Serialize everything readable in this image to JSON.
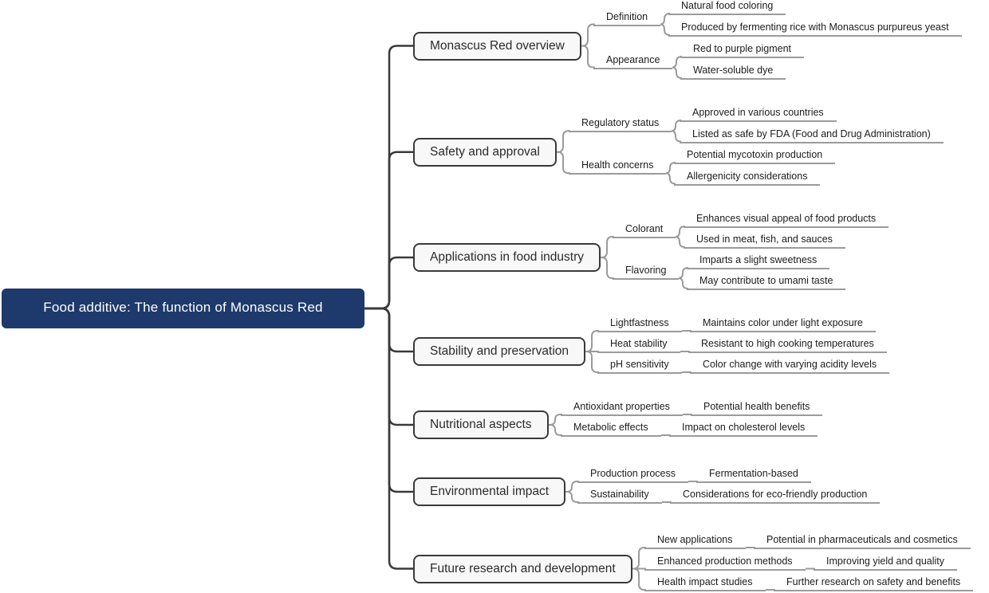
{
  "root": {
    "label": "Food additive: The function of Monascus Red"
  },
  "branches": [
    {
      "label": "Monascus Red overview",
      "children": [
        {
          "label": "Definition",
          "children": [
            {
              "label": "Natural food coloring"
            },
            {
              "label": "Produced by fermenting rice with Monascus purpureus yeast"
            }
          ]
        },
        {
          "label": "Appearance",
          "children": [
            {
              "label": "Red to purple pigment"
            },
            {
              "label": "Water-soluble dye"
            }
          ]
        }
      ]
    },
    {
      "label": "Safety and approval",
      "children": [
        {
          "label": "Regulatory status",
          "children": [
            {
              "label": "Approved in various countries"
            },
            {
              "label": "Listed as safe by FDA (Food and Drug Administration)"
            }
          ]
        },
        {
          "label": "Health concerns",
          "children": [
            {
              "label": "Potential mycotoxin production"
            },
            {
              "label": "Allergenicity considerations"
            }
          ]
        }
      ]
    },
    {
      "label": "Applications in food industry",
      "children": [
        {
          "label": "Colorant",
          "children": [
            {
              "label": "Enhances visual appeal of food products"
            },
            {
              "label": "Used in meat, fish, and sauces"
            }
          ]
        },
        {
          "label": "Flavoring",
          "children": [
            {
              "label": "Imparts a slight sweetness"
            },
            {
              "label": "May contribute to umami taste"
            }
          ]
        }
      ]
    },
    {
      "label": "Stability and preservation",
      "children": [
        {
          "label": "Lightfastness",
          "children": [
            {
              "label": "Maintains color under light exposure"
            }
          ]
        },
        {
          "label": "Heat stability",
          "children": [
            {
              "label": "Resistant to high cooking temperatures"
            }
          ]
        },
        {
          "label": "pH sensitivity",
          "children": [
            {
              "label": "Color change with varying acidity levels"
            }
          ]
        }
      ]
    },
    {
      "label": "Nutritional aspects",
      "children": [
        {
          "label": "Antioxidant properties",
          "children": [
            {
              "label": "Potential health benefits"
            }
          ]
        },
        {
          "label": "Metabolic effects",
          "children": [
            {
              "label": "Impact on cholesterol levels"
            }
          ]
        }
      ]
    },
    {
      "label": "Environmental impact",
      "children": [
        {
          "label": "Production process",
          "children": [
            {
              "label": "Fermentation-based"
            }
          ]
        },
        {
          "label": "Sustainability",
          "children": [
            {
              "label": "Considerations for eco-friendly production"
            }
          ]
        }
      ]
    },
    {
      "label": "Future research and development",
      "children": [
        {
          "label": "New applications",
          "children": [
            {
              "label": "Potential in pharmaceuticals and cosmetics"
            }
          ]
        },
        {
          "label": "Enhanced production methods",
          "children": [
            {
              "label": "Improving yield and quality"
            }
          ]
        },
        {
          "label": "Health impact studies",
          "children": [
            {
              "label": "Further research on safety and benefits"
            }
          ]
        }
      ]
    }
  ],
  "colors": {
    "canvas_bg": "#ffffff",
    "root_bg": "#1e3a6c",
    "root_text": "#ffffff",
    "node_bg": "#f8f8f8",
    "node_border": "#3a3a3a",
    "node_text": "#2b2b2b",
    "rail": "#9b9b9b",
    "leaf_text": "#1c1c1c",
    "trunk_line": "#3a3a3a"
  }
}
